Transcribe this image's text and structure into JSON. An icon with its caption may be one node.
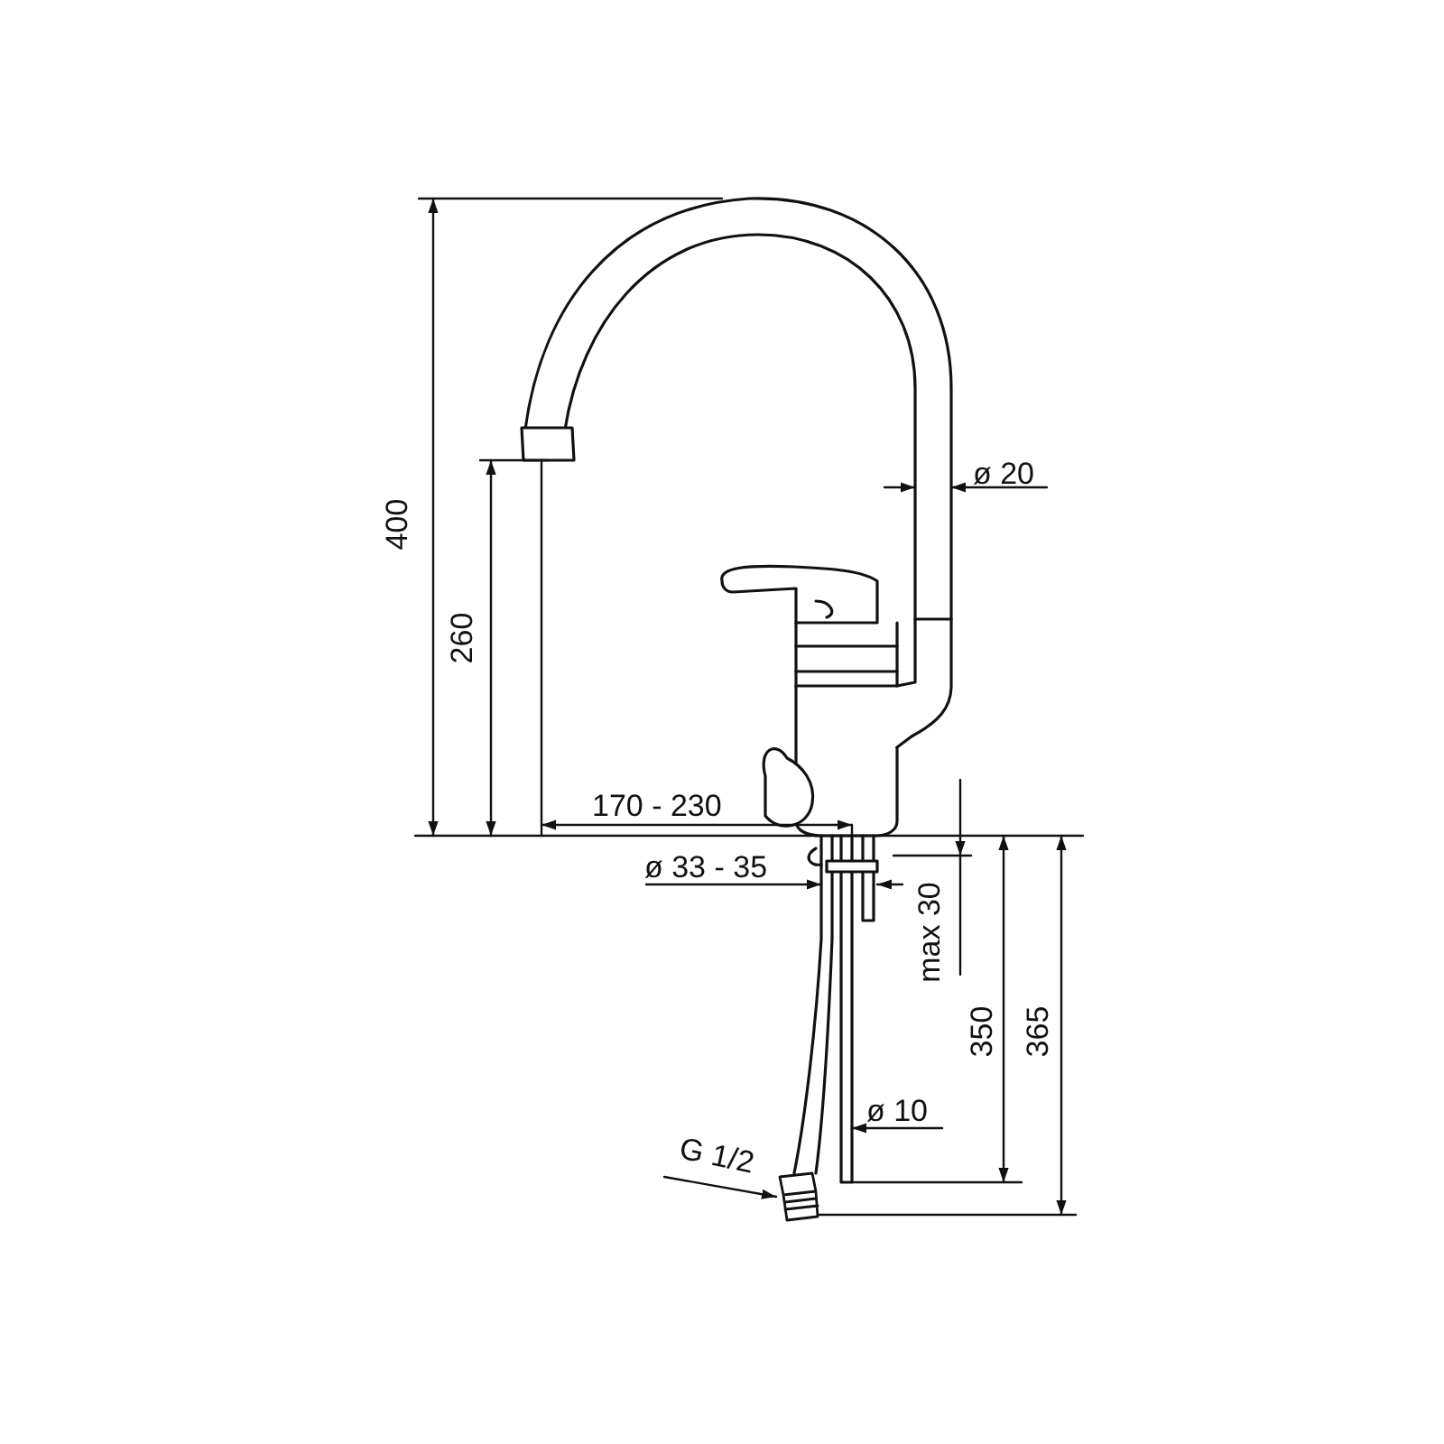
{
  "diagram": {
    "nodes": [
      {
        "text": [
          "G 1/2"
        ]
      },
      {
        "text": [],
        "shape": "picture"
      }
    ],
    "edges": [
      {
        "from": 0,
        "to": 1,
        "arrow": "to"
      }
    ],
    "labels": [
      "400",
      "260",
      "ø 20",
      "170 - 230",
      "ø 33 - 35",
      "max 30",
      "350",
      "365",
      "ø 10"
    ]
  }
}
